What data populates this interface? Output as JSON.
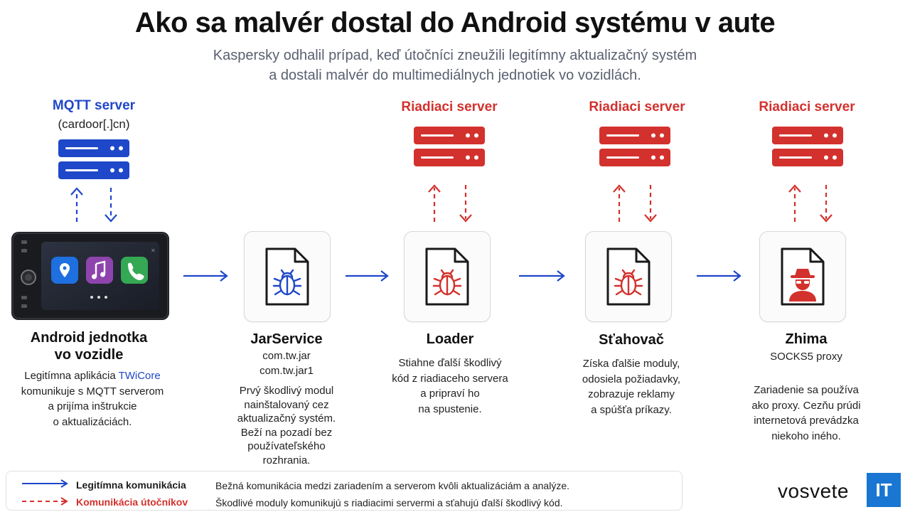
{
  "title": "Ako sa malvér dostal do Android systému v aute",
  "subtitle_line1": "Kaspersky odhalil prípad, keď útočníci zneužili legitímny aktualizačný systém",
  "subtitle_line2": "a dostali malvér do multimediálnych jednotiek vo vozidlách.",
  "servers": {
    "mqtt": {
      "label": "MQTT server",
      "sub": "(cardoor[.]cn)"
    },
    "c2_1": {
      "label": "Riadiaci server"
    },
    "c2_2": {
      "label": "Riadiaci server"
    },
    "c2_3": {
      "label": "Riadiaci server"
    }
  },
  "steps": {
    "android": {
      "title_line1": "Android jednotka",
      "title_line2": "vo vozidle",
      "desc_line1_a": "Legitímna aplikácia ",
      "desc_line1_b": "TWiCore",
      "desc_line2": "komunikuje s MQTT serverom",
      "desc_line3": "a prijíma inštrukcie",
      "desc_line4": "o aktualizáciách."
    },
    "jarservice": {
      "title": "JarService",
      "code1": "com.tw.jar",
      "code2": "com.tw.jar1",
      "desc": [
        "Prvý škodlivý modul",
        "nainštalovaný cez",
        "aktualizačný systém.",
        "Beží na pozadí bez",
        "používateľského",
        "rozhrania."
      ]
    },
    "loader": {
      "title": "Loader",
      "desc": [
        "Stiahne ďalší škodlivý",
        "kód z riadiaceho servera",
        "a pripraví ho",
        "na spustenie."
      ]
    },
    "stahovac": {
      "title": "Sťahovač",
      "desc": [
        "Získa ďalšie moduly,",
        "odosiela požiadavky,",
        "zobrazuje reklamy",
        "a spúšťa príkazy."
      ]
    },
    "zhima": {
      "title": "Zhima",
      "code1": "SOCKS5 proxy",
      "desc": [
        "Zariadenie sa používa",
        "ako proxy. Cezňu prúdi",
        "internetová prevádzka",
        "niekoho iného."
      ]
    }
  },
  "legend": {
    "legit_label": "Legitímna komunikácia",
    "legit_desc": "Bežná komunikácia medzi zariadením a serverom kvôli aktualizáciám a analýze.",
    "attack_label": "Komunikácia útočníkov",
    "attack_desc": "Škodlivé moduly komunikujú s riadiacimi servermi a sťahujú ďalší škodlivý kód."
  },
  "brand": {
    "text": "vosvete",
    "box": "IT"
  },
  "colors": {
    "blue": "#1f47c9",
    "red": "#d3312d",
    "brand": "#1976d2"
  },
  "icons": {
    "mqtt_server": "server-rack-icon",
    "c2_server": "server-rack-icon",
    "head_unit": "car-head-unit-icon",
    "malware_file": "bug-file-icon",
    "proxy_file": "spy-file-icon"
  }
}
